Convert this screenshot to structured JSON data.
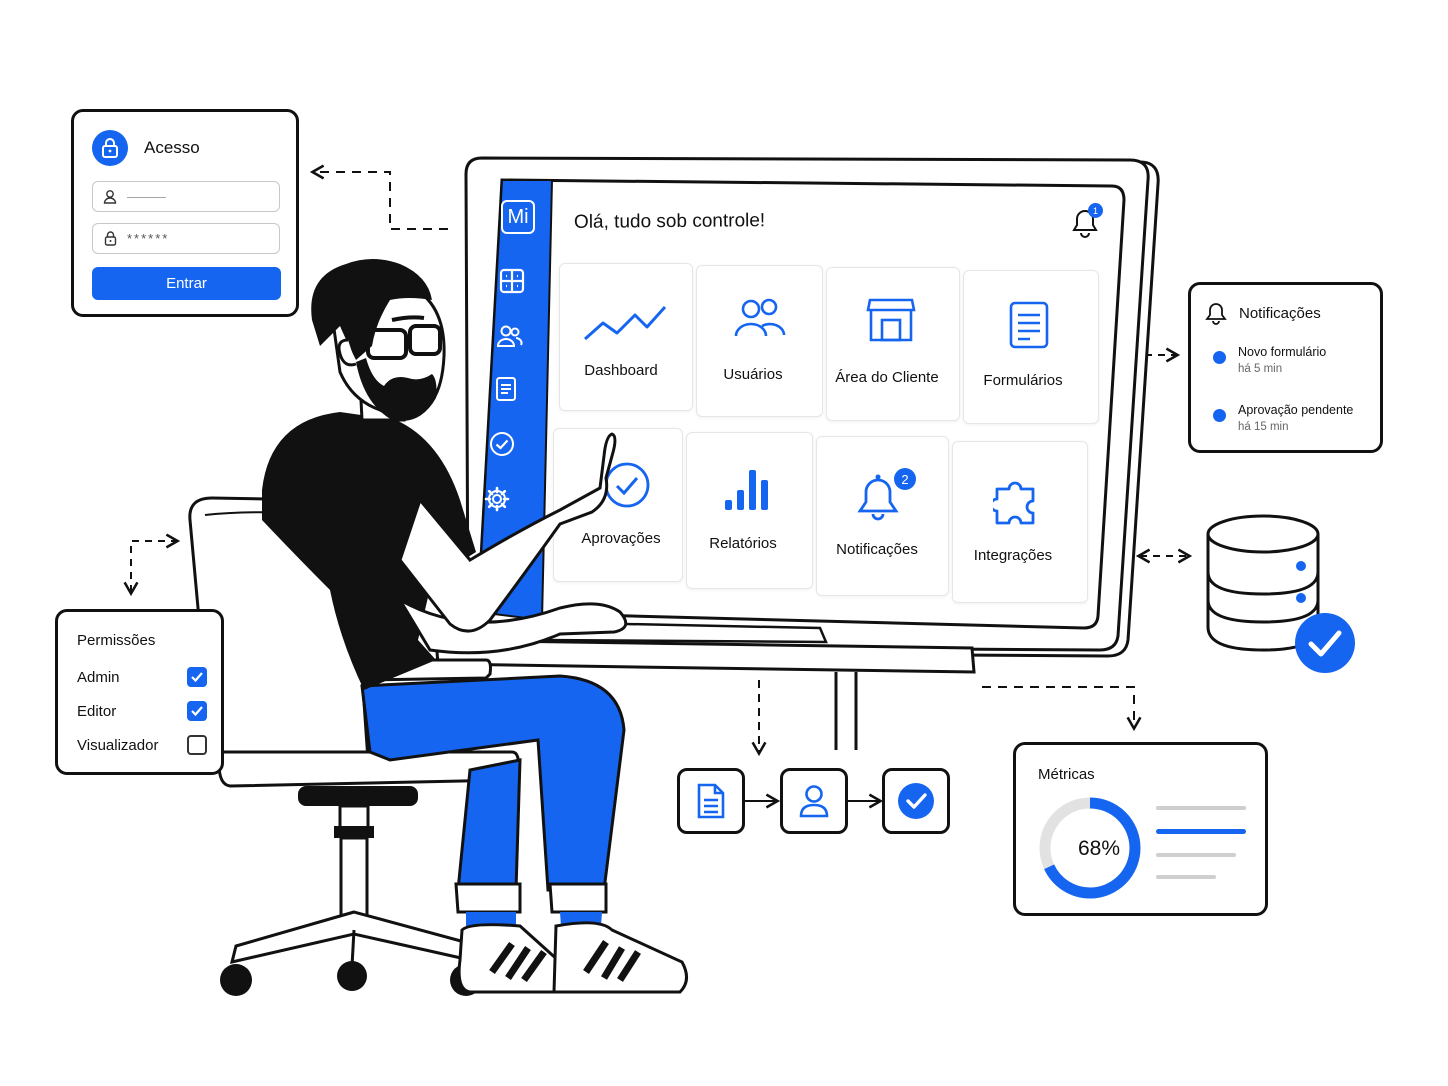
{
  "login": {
    "title": "Acesso",
    "username_value": "———",
    "password_value": "******",
    "submit_label": "Entrar"
  },
  "app": {
    "logo": "Mi",
    "greeting": "Olá, tudo sob controle!",
    "notification_badge": "1",
    "sidebar": [
      {
        "icon": "grid-icon"
      },
      {
        "icon": "users-icon"
      },
      {
        "icon": "document-icon"
      },
      {
        "icon": "check-circle-icon"
      },
      {
        "icon": "gear-icon"
      }
    ],
    "tiles": [
      {
        "label": "Dashboard",
        "icon": "trend-line-icon"
      },
      {
        "label": "Usuários",
        "icon": "users-icon"
      },
      {
        "label": "Área do Cliente",
        "icon": "storefront-icon"
      },
      {
        "label": "Formulários",
        "icon": "form-icon"
      },
      {
        "label": "Aprovações",
        "icon": "check-circle-icon"
      },
      {
        "label": "Relatórios",
        "icon": "bar-chart-icon"
      },
      {
        "label": "Notificações",
        "icon": "bell-icon",
        "badge": "2"
      },
      {
        "label": "Integrações",
        "icon": "puzzle-icon"
      }
    ]
  },
  "notifications": {
    "title": "Notificações",
    "items": [
      {
        "title": "Novo formulário",
        "time": "há 5 min"
      },
      {
        "title": "Aprovação pendente",
        "time": "há 15 min"
      }
    ]
  },
  "permissions": {
    "title": "Permissões",
    "roles": [
      {
        "label": "Admin",
        "checked": true
      },
      {
        "label": "Editor",
        "checked": true
      },
      {
        "label": "Visualizador",
        "checked": false
      }
    ]
  },
  "workflow": {
    "steps": [
      "document-icon",
      "user-icon",
      "check-circle-icon"
    ]
  },
  "metrics": {
    "title": "Métricas",
    "value": "68%",
    "progress": 0.68
  },
  "colors": {
    "accent": "#1565f0",
    "ink": "#111111"
  }
}
